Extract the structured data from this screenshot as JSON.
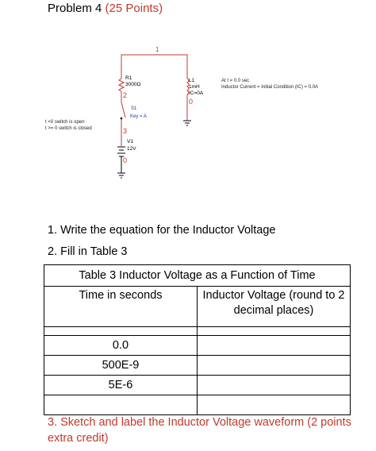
{
  "problem": {
    "label": "Problem 4",
    "points": "(25 Points)"
  },
  "schematic": {
    "node_top": "1",
    "node_r1_sw": "2",
    "node_sw_v1": "3",
    "node_ground_v1": "0",
    "node_ground_l1": "0",
    "r1_name": "R1",
    "r1_value": "3000Ω",
    "s1_name": "S1",
    "s1_key": "Key = A",
    "v1_name": "V1",
    "v1_value": "12V",
    "l1_name": "L1",
    "l1_value": "1mH",
    "l1_ic": "IC=0A",
    "ic_note_line1": "At t = 0.0 sec",
    "ic_note_line2": "Inductor Current = Initial Condition (IC) = 0.0A",
    "switch_note_line1": "t <0 switch is open",
    "switch_note_line2": "t >= 0 switch is closed",
    "wire_color": "#c0392b",
    "node_color": "#c0392b",
    "label_color": "#1f3a93"
  },
  "questions": [
    "1.  Write the equation for the Inductor Voltage",
    "2.  Fill in Table 3"
  ],
  "table": {
    "caption": "Table 3 Inductor Voltage as a Function of Time",
    "col1": "Time in seconds",
    "col2": "Inductor Voltage (round to 2 decimal places)",
    "rows": [
      {
        "time": "0.0",
        "voltage": ""
      },
      {
        "time": "500E-9",
        "voltage": ""
      },
      {
        "time": "5E-6",
        "voltage": ""
      },
      {
        "time": "",
        "voltage": ""
      }
    ]
  },
  "extra_credit": "3.  Sketch and label the Inductor Voltage waveform (2 points extra credit)"
}
